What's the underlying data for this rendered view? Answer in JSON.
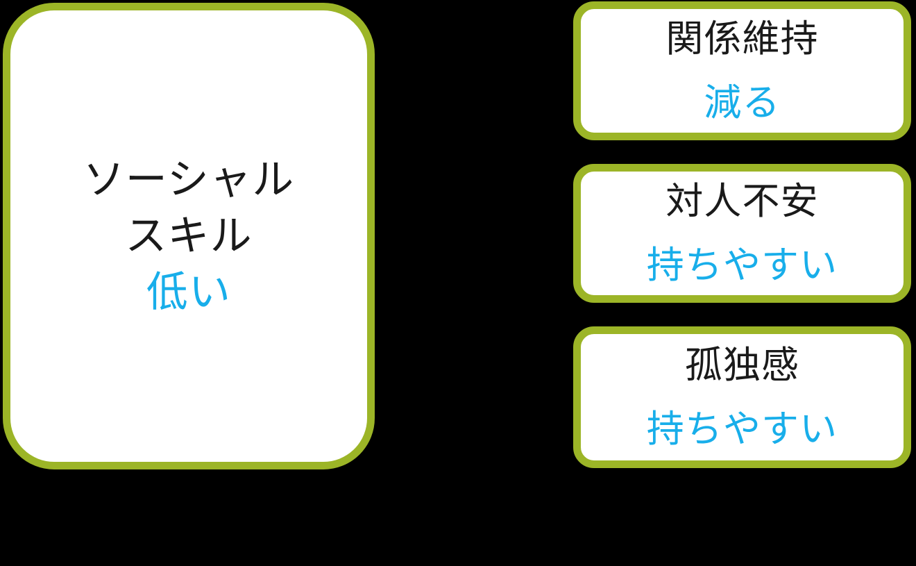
{
  "theme": {
    "background": "#000000",
    "card_background": "#ffffff",
    "border_color": "#9cb527",
    "label_color": "#1a1a1a",
    "value_color": "#18aeea"
  },
  "diagram": {
    "type": "cause-effect-boxes",
    "cause": {
      "label_lines": [
        "ソーシャル",
        "スキル"
      ],
      "label_line1": "ソーシャル",
      "label_line2": "スキル",
      "value": "低い"
    },
    "effects": [
      {
        "label": "関係維持",
        "value": "減る"
      },
      {
        "label": "対人不安",
        "value": "持ちやすい"
      },
      {
        "label": "孤独感",
        "value": "持ちやすい"
      }
    ]
  }
}
